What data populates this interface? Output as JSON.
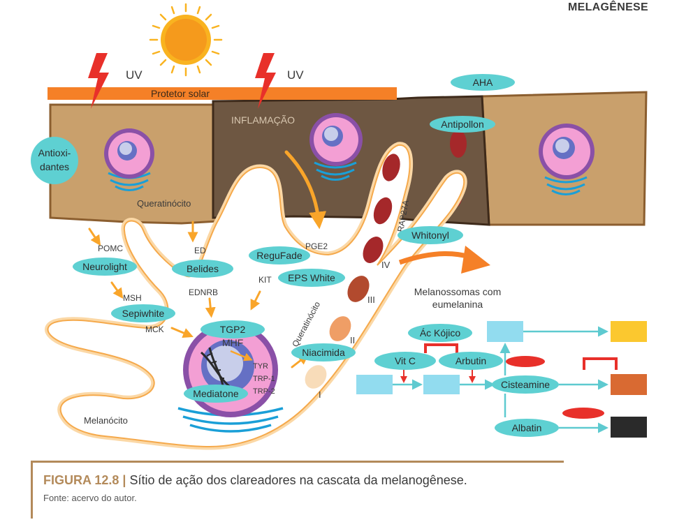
{
  "header": {
    "title": "MELAGÊNESE"
  },
  "colors": {
    "skin_light": "#c9a06c",
    "skin_border": "#8b5e2f",
    "inflamed": "#6e5742",
    "sunscreen": "#f58027",
    "pill": "#5ed0d2",
    "melanosome_dark": "#a5282a",
    "arrow_orange": "#f9a52a",
    "nucleus_pink": "#f39fd4",
    "nucleus_purple": "#8a50a7",
    "er_blue": "#1a9fd7",
    "box_blue": "#92dcef",
    "box_yellow": "#fbc82f",
    "box_orange": "#d96a32",
    "box_black": "#2a2a2a",
    "inhibit_red": "#e8302a",
    "caption_gold": "#b38a5a"
  },
  "uv_labels": [
    "UV",
    "UV"
  ],
  "sunscreen_label": "Protetor solar",
  "inflammation_label": "INFLAMAÇÃO",
  "keratinocyte_label": "Queratinócito",
  "keratinocyte_vertical_label": "Queratinócito",
  "melanocyte_label": "Melanócito",
  "rap_label": "RAP27A",
  "stages": [
    "I",
    "II",
    "III",
    "IV"
  ],
  "melanosomes_label": [
    "Melanossomas com",
    "eumelanina"
  ],
  "signals": {
    "pomc": "POMC",
    "msh": "MSH",
    "mck": "MCK",
    "ed": "ED",
    "ednrb": "EDNRB",
    "kit": "KIT",
    "pge2": "PGE2"
  },
  "nucleus_labels": {
    "mhf": "MHF",
    "tyr": "TYR",
    "trp1": "TRP-1",
    "trp2": "TRP-2"
  },
  "agents": {
    "antioxidantes": [
      "Antioxi-",
      "dantes"
    ],
    "aha": "AHA",
    "antipollon": "Antipollon",
    "neurolight": "Neurolight",
    "belides": "Belides",
    "regufade": "ReguFade",
    "eps_white": "EPS White",
    "sepiwhite": "Sepiwhite",
    "tgp2": "TGP2",
    "mediatone": "Mediatone",
    "niacimida": "Niacimida",
    "whitonyl": "Whitonyl",
    "ac_kojico": "Ác Kójico",
    "vit_c": "Vit C",
    "arbutin": "Arbutin",
    "cisteamine": "Cisteamine",
    "albatin": "Albatin"
  },
  "caption": {
    "label": "FIGURA 12.8",
    "separator": "|",
    "text": "Sítio de ação dos clareadores na cascata da melanogênese.",
    "source": "Fonte: acervo do autor."
  }
}
